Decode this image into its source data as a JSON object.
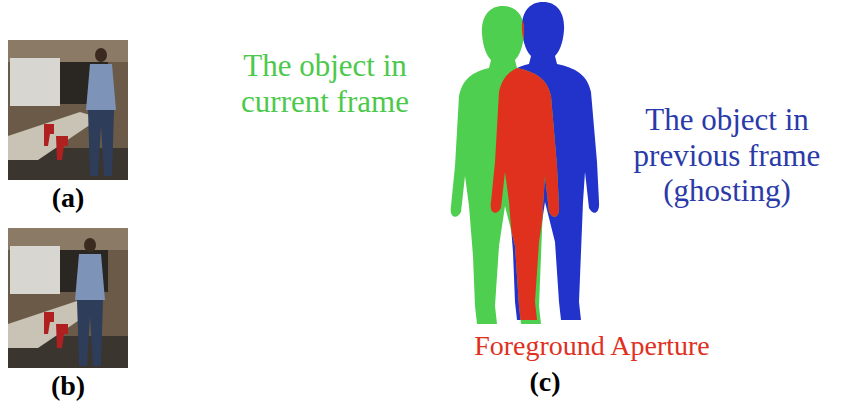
{
  "diagram": {
    "labels": [
      "(a)",
      "The object in current frame",
      "The object in previous frame (ghosting)",
      "(b)",
      "Foreground Aperture",
      "(c)"
    ]
  }
}
